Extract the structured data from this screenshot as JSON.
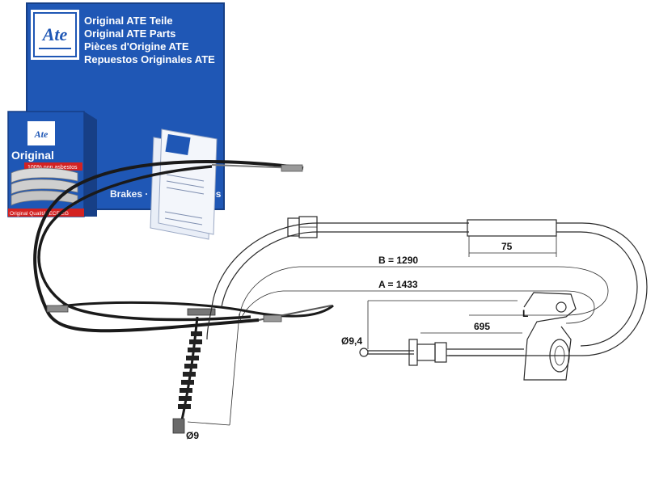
{
  "brand": {
    "logo_text": "Ate",
    "box_lines": [
      "Original ATE Teile",
      "Original ATE Parts",
      "Pièces d'Origine ATE",
      "Repuestos Originales ATE"
    ],
    "small_box_title": "Original",
    "small_box_badge": "100% non asbestos",
    "small_box_footer": "Original Qualität ECE/EG",
    "brakes_text": "Brakes · Freins · Frenos"
  },
  "colors": {
    "box_blue": "#1f57b5",
    "box_blue_dark": "#173f86",
    "cable": "#1a1a1a",
    "line": "#2a2a2a"
  },
  "dimensions": {
    "b_label": "B = 1290",
    "a_label": "A = 1433",
    "d75_label": "75",
    "d695_label": "695",
    "dia94_label": "Ø9,4",
    "dia9_label": "Ø9",
    "side_label": "L"
  }
}
